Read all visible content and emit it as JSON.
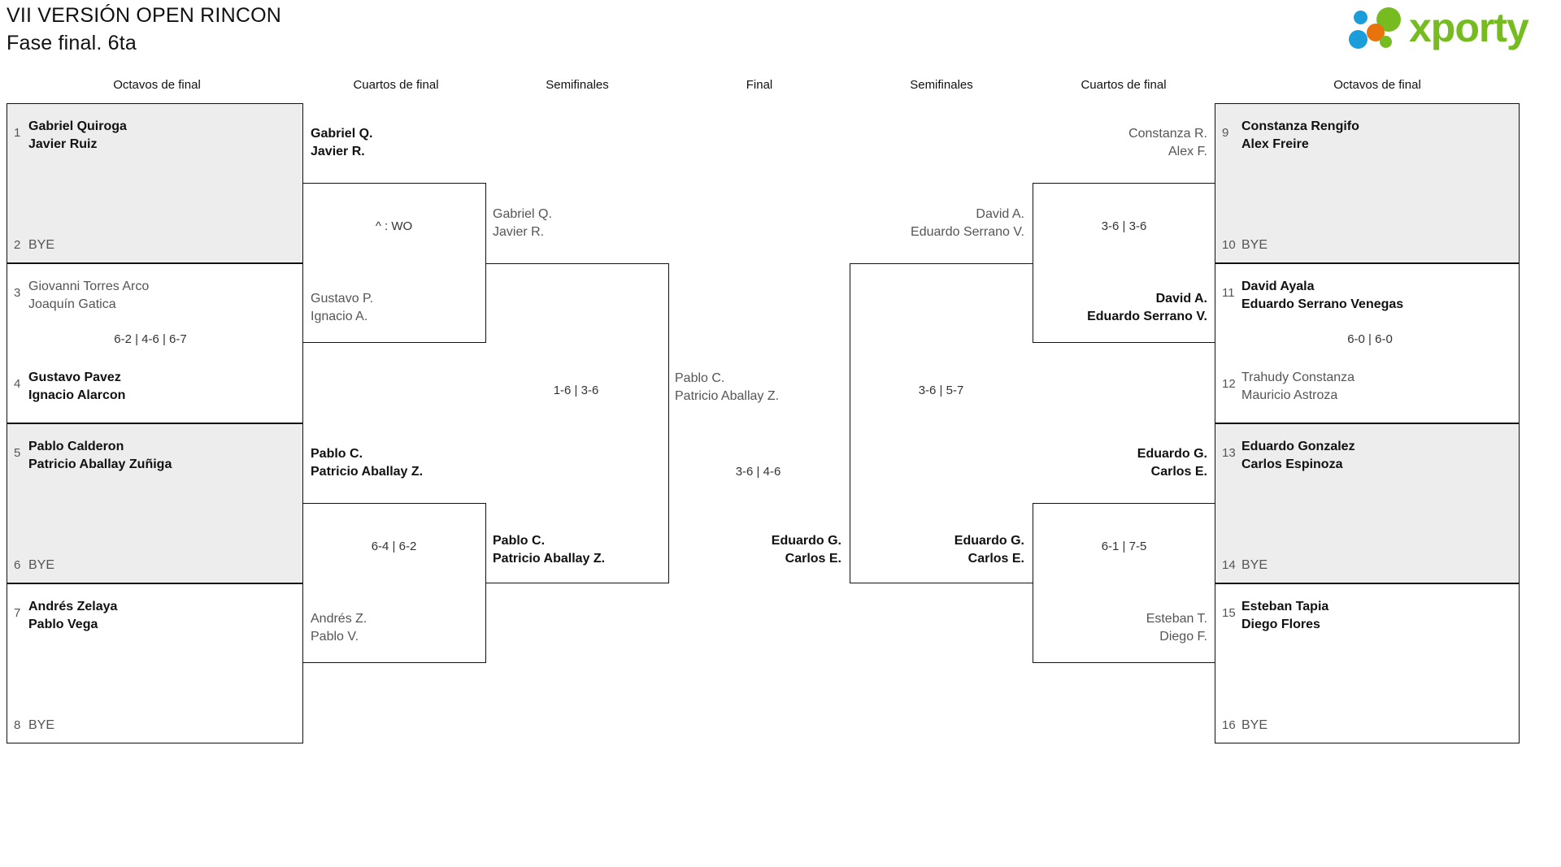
{
  "header": {
    "title_line1": "VII VERSIÓN OPEN RINCON",
    "title_line2": "Fase final. 6ta",
    "logo_text": "xporty",
    "logo_colors": {
      "green": "#76bc21",
      "blue": "#1b9dd9",
      "orange": "#e8730c"
    }
  },
  "round_headers": {
    "left_r16": "Octavos de final",
    "left_qf": "Cuartos de final",
    "left_sf": "Semifinales",
    "final": "Final",
    "right_sf": "Semifinales",
    "right_qf": "Cuartos de final",
    "right_r16": "Octavos de final"
  },
  "chart_data": {
    "type": "bracket",
    "title": "VII VERSIÓN OPEN RINCON — Fase final. 6ta",
    "rounds": [
      "Octavos de final",
      "Cuartos de final",
      "Semifinales",
      "Final"
    ],
    "draw_size": 16
  },
  "left": {
    "r16": [
      {
        "seed": "1",
        "p1": "Gabriel Quiroga",
        "p2": "Javier Ruiz",
        "winner": true,
        "shaded": true,
        "bye": false
      },
      {
        "seed": "2",
        "p1": "BYE",
        "p2": "",
        "winner": false,
        "shaded": true,
        "bye": true
      },
      {
        "seed": "3",
        "p1": "Giovanni Torres Arco",
        "p2": "Joaquín Gatica",
        "winner": false,
        "shaded": false,
        "bye": false
      },
      {
        "seed": "4",
        "p1": "Gustavo Pavez",
        "p2": "Ignacio Alarcon",
        "winner": true,
        "shaded": false,
        "bye": false
      },
      {
        "seed": "5",
        "p1": "Pablo Calderon",
        "p2": "Patricio Aballay Zuñiga",
        "winner": true,
        "shaded": true,
        "bye": false
      },
      {
        "seed": "6",
        "p1": "BYE",
        "p2": "",
        "winner": false,
        "shaded": true,
        "bye": true
      },
      {
        "seed": "7",
        "p1": "Andrés Zelaya",
        "p2": "Pablo Vega",
        "winner": true,
        "shaded": false,
        "bye": false
      },
      {
        "seed": "8",
        "p1": "BYE",
        "p2": "",
        "winner": false,
        "shaded": false,
        "bye": true
      }
    ],
    "r16_scores": [
      "",
      "6-2 | 4-6 | 6-7",
      "",
      ""
    ],
    "qf": [
      {
        "p1": "Gabriel Q.",
        "p2": "Javier R.",
        "winner": true
      },
      {
        "p1": "Gustavo P.",
        "p2": "Ignacio A.",
        "winner": false
      },
      {
        "p1": "Pablo C.",
        "p2": "Patricio Aballay Z.",
        "winner": true
      },
      {
        "p1": "Andrés Z.",
        "p2": "Pablo V.",
        "winner": false
      }
    ],
    "qf_scores": [
      "^ : WO",
      "6-4 | 6-2"
    ],
    "sf": [
      {
        "p1": "Gabriel Q.",
        "p2": "Javier R.",
        "winner": false
      },
      {
        "p1": "Pablo C.",
        "p2": "Patricio Aballay Z.",
        "winner": true
      }
    ],
    "sf_score": "1-6 | 3-6"
  },
  "final": {
    "top": {
      "p1": "Pablo C.",
      "p2": "Patricio Aballay Z.",
      "winner": false
    },
    "bottom": {
      "p1": "Eduardo G.",
      "p2": "Carlos E.",
      "winner": true
    },
    "score": "3-6 | 4-6"
  },
  "right": {
    "sf": [
      {
        "p1": "David A.",
        "p2": "Eduardo Serrano V.",
        "winner": false
      },
      {
        "p1": "Eduardo G.",
        "p2": "Carlos E.",
        "winner": true
      }
    ],
    "sf_score": "3-6 | 5-7",
    "qf": [
      {
        "p1": "Constanza R.",
        "p2": "Alex F.",
        "winner": false
      },
      {
        "p1": "David A.",
        "p2": "Eduardo Serrano V.",
        "winner": true
      },
      {
        "p1": "Eduardo G.",
        "p2": "Carlos E.",
        "winner": true
      },
      {
        "p1": "Esteban T.",
        "p2": "Diego F.",
        "winner": false
      }
    ],
    "qf_scores": [
      "3-6 | 3-6",
      "6-1 | 7-5"
    ],
    "r16": [
      {
        "seed": "9",
        "p1": "Constanza Rengifo",
        "p2": "Alex Freire",
        "winner": true,
        "shaded": true,
        "bye": false
      },
      {
        "seed": "10",
        "p1": "BYE",
        "p2": "",
        "winner": false,
        "shaded": true,
        "bye": true
      },
      {
        "seed": "11",
        "p1": "David Ayala",
        "p2": "Eduardo Serrano Venegas",
        "winner": true,
        "shaded": false,
        "bye": false
      },
      {
        "seed": "12",
        "p1": "Trahudy Constanza",
        "p2": "Mauricio Astroza",
        "winner": false,
        "shaded": false,
        "bye": false
      },
      {
        "seed": "13",
        "p1": "Eduardo Gonzalez",
        "p2": "Carlos Espinoza",
        "winner": true,
        "shaded": true,
        "bye": false
      },
      {
        "seed": "14",
        "p1": "BYE",
        "p2": "",
        "winner": false,
        "shaded": true,
        "bye": true
      },
      {
        "seed": "15",
        "p1": "Esteban Tapia",
        "p2": "Diego Flores",
        "winner": true,
        "shaded": false,
        "bye": false
      },
      {
        "seed": "16",
        "p1": "BYE",
        "p2": "",
        "winner": false,
        "shaded": false,
        "bye": true
      }
    ],
    "r16_scores": [
      "",
      "6-0 | 6-0",
      "",
      ""
    ]
  }
}
